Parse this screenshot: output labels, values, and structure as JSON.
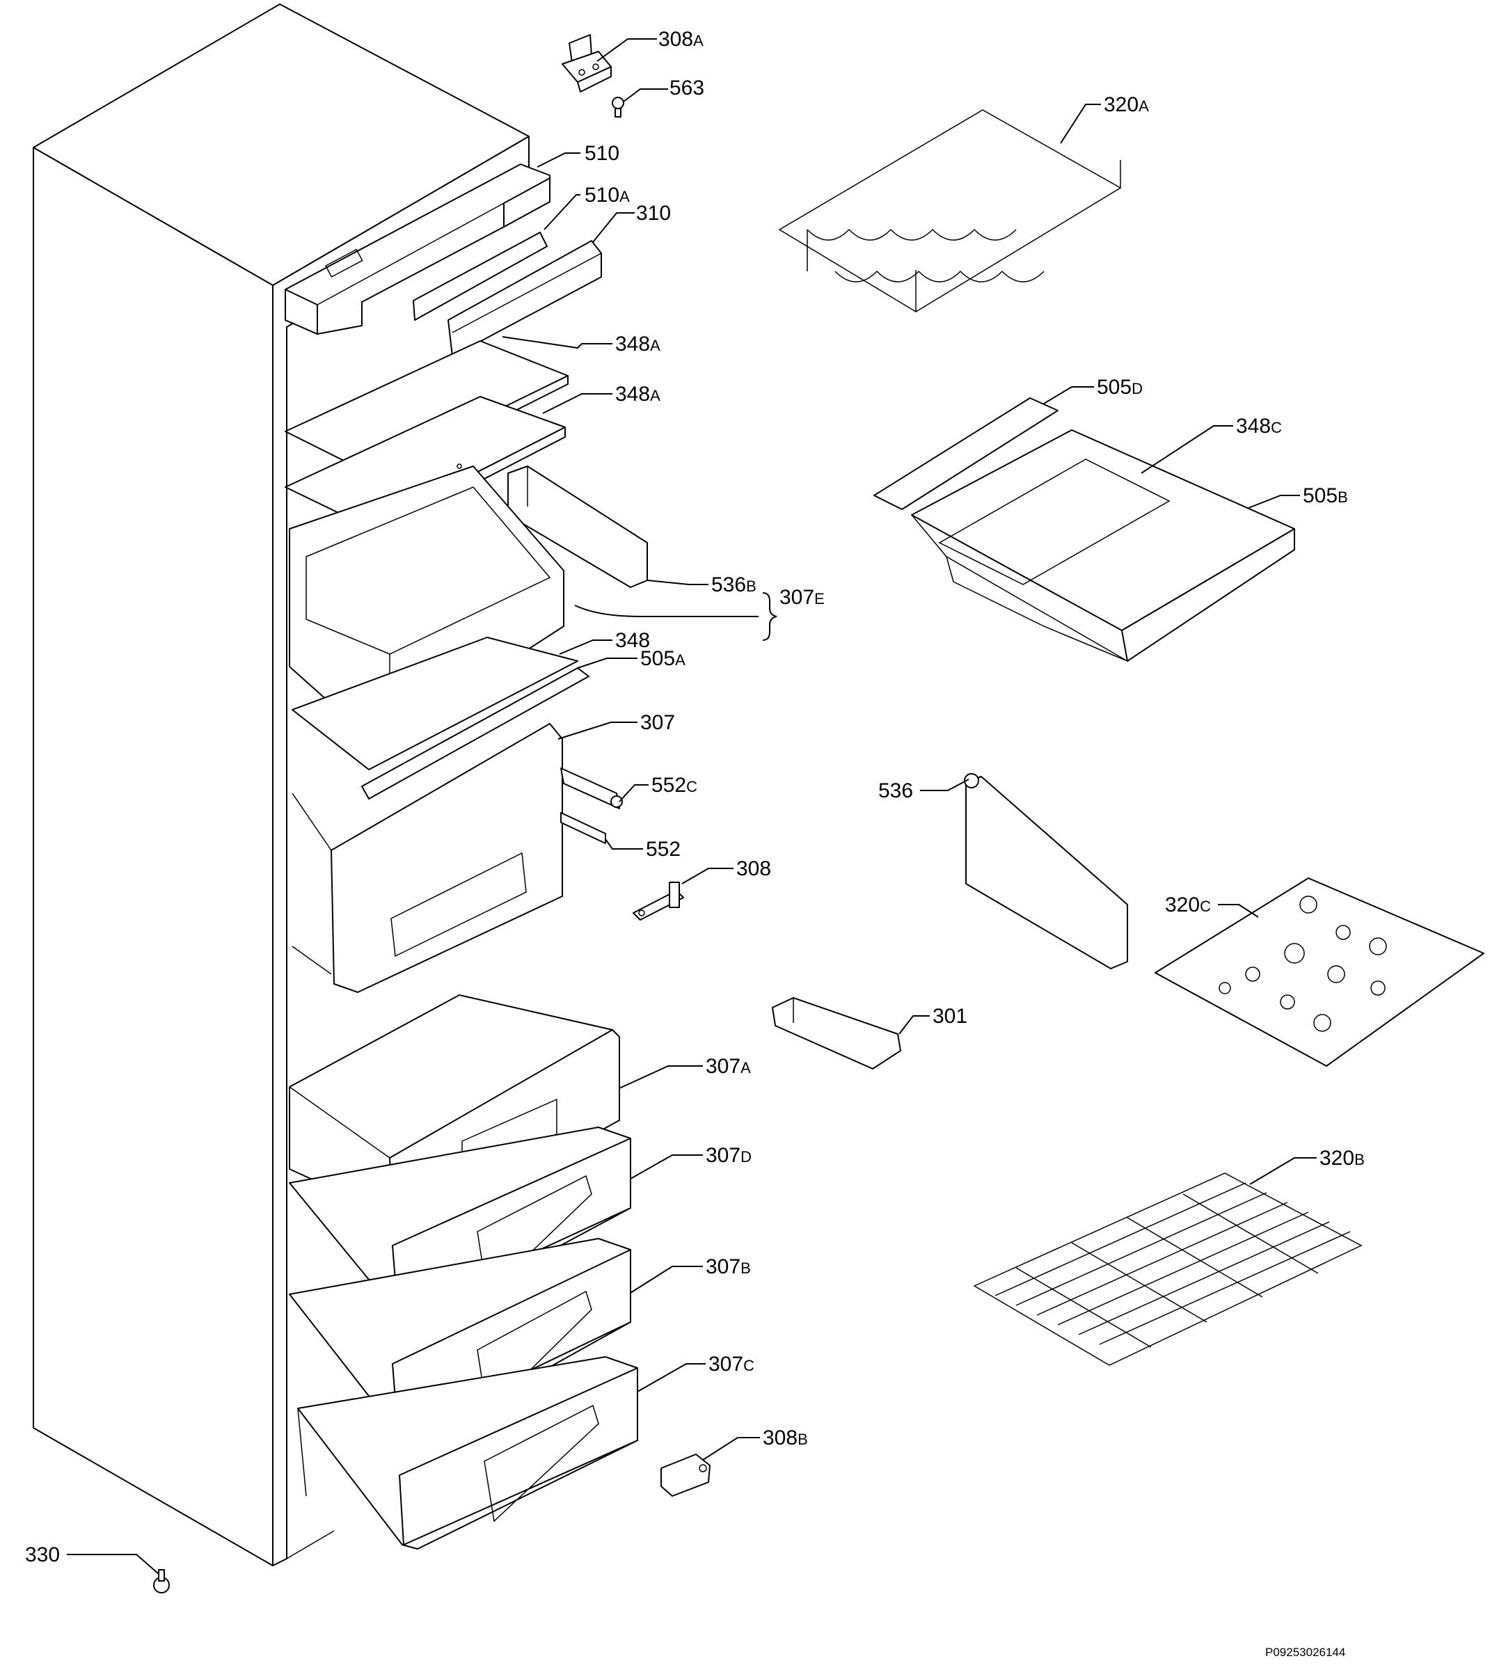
{
  "callouts": [
    {
      "id": "308a",
      "num": "308",
      "suf": "A"
    },
    {
      "id": "563",
      "num": "563",
      "suf": ""
    },
    {
      "id": "510",
      "num": "510",
      "suf": ""
    },
    {
      "id": "510a",
      "num": "510",
      "suf": "A"
    },
    {
      "id": "310",
      "num": "310",
      "suf": ""
    },
    {
      "id": "348a-1",
      "num": "348",
      "suf": "A"
    },
    {
      "id": "348a-2",
      "num": "348",
      "suf": "A"
    },
    {
      "id": "536b",
      "num": "536",
      "suf": "B"
    },
    {
      "id": "307e",
      "num": "307",
      "suf": "E"
    },
    {
      "id": "348",
      "num": "348",
      "suf": ""
    },
    {
      "id": "505a",
      "num": "505",
      "suf": "A"
    },
    {
      "id": "307",
      "num": "307",
      "suf": ""
    },
    {
      "id": "552c",
      "num": "552",
      "suf": "C"
    },
    {
      "id": "552",
      "num": "552",
      "suf": ""
    },
    {
      "id": "308",
      "num": "308",
      "suf": ""
    },
    {
      "id": "307a",
      "num": "307",
      "suf": "A"
    },
    {
      "id": "307d",
      "num": "307",
      "suf": "D"
    },
    {
      "id": "307b",
      "num": "307",
      "suf": "B"
    },
    {
      "id": "307c",
      "num": "307",
      "suf": "C"
    },
    {
      "id": "308b",
      "num": "308",
      "suf": "B"
    },
    {
      "id": "330",
      "num": "330",
      "suf": ""
    },
    {
      "id": "320a",
      "num": "320",
      "suf": "A"
    },
    {
      "id": "505d",
      "num": "505",
      "suf": "D"
    },
    {
      "id": "348c",
      "num": "348",
      "suf": "C"
    },
    {
      "id": "505b",
      "num": "505",
      "suf": "B"
    },
    {
      "id": "536",
      "num": "536",
      "suf": ""
    },
    {
      "id": "320c",
      "num": "320",
      "suf": "C"
    },
    {
      "id": "301",
      "num": "301",
      "suf": ""
    },
    {
      "id": "320b",
      "num": "320",
      "suf": "B"
    }
  ],
  "drawing_code": "P09253026144"
}
